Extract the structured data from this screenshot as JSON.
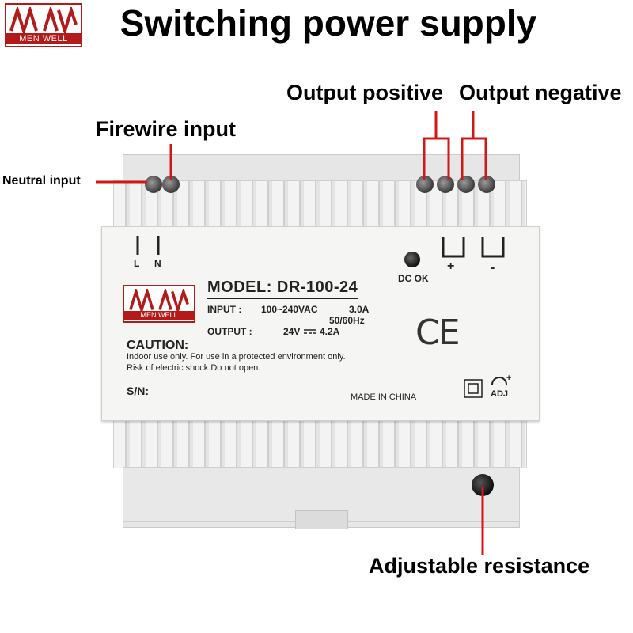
{
  "header": {
    "logo_text": "MEN WELL",
    "title": "Switching power supply"
  },
  "callouts": {
    "output_positive": "Output positive",
    "output_negative": "Output negative",
    "firewire_input": "Firewire input",
    "neutral_input": "Neutral input",
    "adjustable_resistance": "Adjustable resistance"
  },
  "panel": {
    "logo_text": "MEN WELL",
    "model": "MODEL: DR-100-24",
    "input_label": "INPUT :",
    "input_value": "100~240VAC",
    "input_current": "3.0A",
    "input_freq": "50/60Hz",
    "output_label": "OUTPUT :",
    "output_voltage": "24V",
    "output_current": "4.2A",
    "caution_title": "CAUTION:",
    "caution_line1": "Indoor use only. For use in a protected environment only.",
    "caution_line2": "Risk of electric shock.Do not open.",
    "sn": "S/N:",
    "made_in": "MADE IN CHINA",
    "terminal_l": "L",
    "terminal_n": "N",
    "dc_ok": "DC OK",
    "plus": "+",
    "minus": "-",
    "ce_mark": "CE",
    "adj": "ADJ"
  },
  "colors": {
    "brand_red": "#b31b1b",
    "callout_line": "#d0181a"
  }
}
